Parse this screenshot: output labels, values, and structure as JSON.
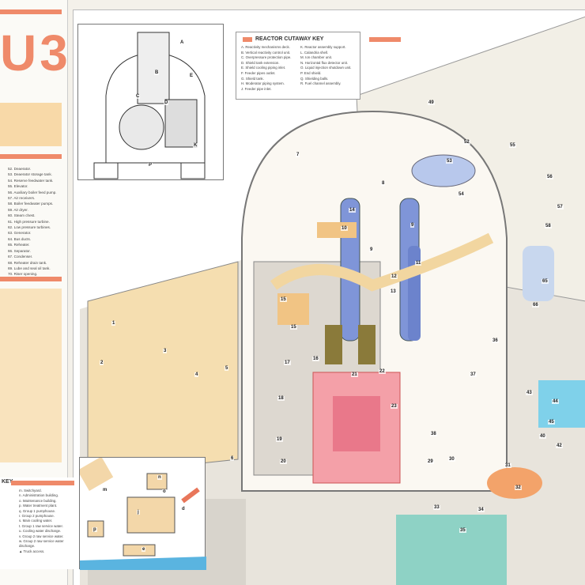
{
  "poster": {
    "title": "U3"
  },
  "equipment_list": [
    "52. Deaerator.",
    "53. Deaerator storage tank.",
    "54. Reserve feedwater tank.",
    "55. Elevator.",
    "56. Auxiliary boiler feed pump.",
    "57. Air receivers.",
    "58. Boiler feedwater pumps.",
    "59. Air dryer.",
    "60. Steam chest.",
    "61. High pressure turbine.",
    "62. Low pressure turbines.",
    "63. Generator.",
    "64. Bus ducts.",
    "65. Reheater.",
    "66. Separator.",
    "67. Condenser.",
    "68. Reheater drain tank.",
    "69. Lube and seal oil tank.",
    "70. Riser opening."
  ],
  "reactor_key": {
    "title": "REACTOR CUTAWAY KEY",
    "left": [
      "A. Reactivity mechanisms deck.",
      "B. Vertical reactivity control unit.",
      "C. Overpressure protection pipe.",
      "D. Shield tank extension.",
      "E. Shield cooling piping inlet.",
      "F. Feeder pipes outlet.",
      "G. Shield tank.",
      "H. Moderator piping system.",
      "J. Feeder pipe inlet."
    ],
    "right": [
      "K. Reactor assembly support.",
      "L. Calandria shell.",
      "M. Ion chamber unit.",
      "N. Horizontal flux detector unit.",
      "O. Liquid injection shutdown unit.",
      "P. End shield.",
      "Q. Shielding balls.",
      "R. Fuel channel assembly."
    ]
  },
  "site_key": {
    "title": "KEY",
    "items": [
      "m. Switchyard.",
      "n. Administration building.",
      "o. Maintenance building.",
      "p. Water treatment plant.",
      "q. Group 1 pumphouse.",
      "r. Group 2 pumphouse.",
      "s. Main cooling water.",
      "t. Group 1 raw service water.",
      "u. Cooling water discharge.",
      "v. Group 2 raw service water.",
      "w. Group 2 raw service water discharge.",
      "▲ Truck access."
    ]
  },
  "callouts": [
    "1",
    "2",
    "3",
    "4",
    "5",
    "6",
    "7",
    "8",
    "9",
    "9",
    "10",
    "11",
    "12",
    "13",
    "14",
    "15",
    "15",
    "16",
    "17",
    "18",
    "19",
    "20",
    "21",
    "22",
    "23",
    "29",
    "30",
    "31",
    "32",
    "33",
    "34",
    "35",
    "36",
    "37",
    "38",
    "40",
    "42",
    "43",
    "44",
    "45",
    "49",
    "52",
    "53",
    "54",
    "55",
    "56",
    "57",
    "58",
    "65",
    "66"
  ],
  "inset_letters": [
    "A",
    "B",
    "C",
    "D",
    "E",
    "K",
    "P"
  ],
  "site_letters": [
    "m",
    "n",
    "o",
    "j",
    "d",
    "e",
    "p"
  ]
}
